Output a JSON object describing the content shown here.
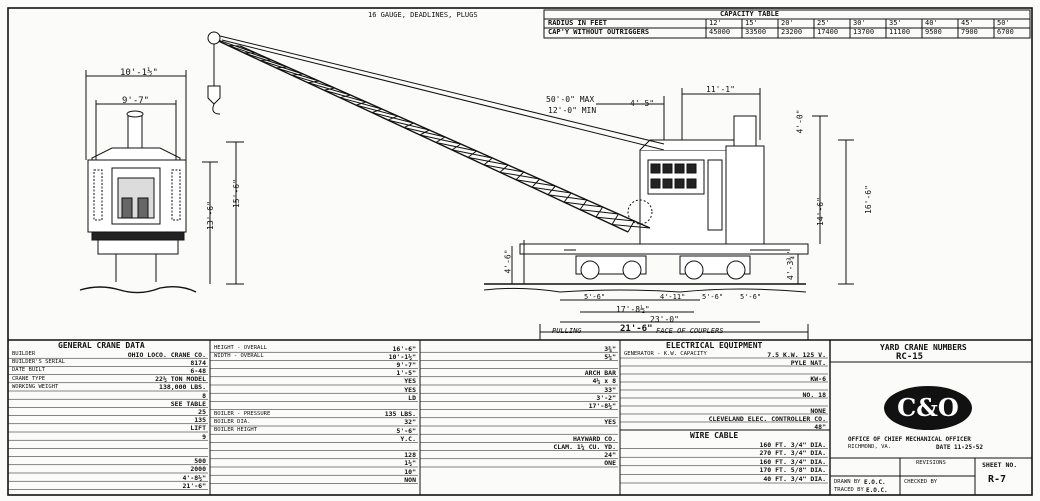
{
  "header_note": "16 GAUGE, DEADLINES, PLUGS",
  "capacity_table": {
    "title": "CAPACITY TABLE",
    "radius_label": "RADIUS IN FEET",
    "capacity_label": "CAP'Y WITHOUT OUTRIGGERS",
    "radius": [
      "12'",
      "15'",
      "20'",
      "25'",
      "30'",
      "35'",
      "40'",
      "45'",
      "50'"
    ],
    "capacity": [
      "45000",
      "33500",
      "23200",
      "17400",
      "13700",
      "11100",
      "9500",
      "7900",
      "6700"
    ]
  },
  "dims": {
    "width_outer": "10'-1½\"",
    "width_inner": "9'-7\"",
    "end_height": "15'-6\"",
    "end_lower": "13'-6\"",
    "boom_max": "50'-0\" MAX",
    "boom_min": "12'-0\" MIN",
    "boom_pin": "4'-5\"",
    "house_width": "11'-1\"",
    "stack_top": "4'-0\"",
    "cab_height": "16'-6\"",
    "cab_mid": "14'-6\"",
    "rail_a": "4'-6\"",
    "rail_b": "4'-3¾\"",
    "truck_a": "5'-6\"",
    "truck_b": "5'-6\"",
    "truck_c": "5'-6\"",
    "truck_center": "4'-11\"",
    "center_a": "17'-8½\"",
    "center_b": "23'-0\"",
    "over_couplers": "21'-6\"",
    "pulling": "PULLING",
    "face_of_couplers": "FACE OF COUPLERS"
  },
  "general_data": {
    "title": "GENERAL CRANE DATA",
    "rows": [
      {
        "label": "BUILDER",
        "value": "OHIO LOCO. CRANE CO."
      },
      {
        "label": "BUILDER'S SERIAL",
        "value": "8174"
      },
      {
        "label": "DATE BUILT",
        "value": "6-48"
      },
      {
        "label": "CRANE TYPE",
        "value": "22½ TON MODEL"
      },
      {
        "label": "WORKING WEIGHT",
        "value": "138,000 LBS."
      },
      {
        "label": "",
        "value": "8"
      },
      {
        "label": "",
        "value": "SEE TABLE"
      },
      {
        "label": "",
        "value": "25"
      },
      {
        "label": "",
        "value": "135"
      },
      {
        "label": "",
        "value": "LIFT"
      },
      {
        "label": "",
        "value": "9"
      },
      {
        "label": "",
        "value": ""
      },
      {
        "label": "",
        "value": ""
      },
      {
        "label": "",
        "value": "500"
      },
      {
        "label": "",
        "value": "2000"
      },
      {
        "label": "",
        "value": "4'-8½\""
      },
      {
        "label": "",
        "value": "21'-6\""
      }
    ]
  },
  "dimension_data": {
    "rows": [
      {
        "label": "HEIGHT - OVERALL",
        "value": "16'-6\""
      },
      {
        "label": "WIDTH - OVERALL",
        "value": "10'-1½\""
      },
      {
        "label": "",
        "value": "9'-7\""
      },
      {
        "label": "",
        "value": "1'-5\""
      },
      {
        "label": "",
        "value": "YES"
      },
      {
        "label": "",
        "value": "YES"
      },
      {
        "label": "",
        "value": "LD"
      },
      {
        "label": "",
        "value": ""
      },
      {
        "label": "BOILER - PRESSURE",
        "value": "135 LBS."
      },
      {
        "label": "BOILER DIA.",
        "value": "32\""
      },
      {
        "label": "BOILER HEIGHT",
        "value": "5'-6\""
      },
      {
        "label": "",
        "value": "Y.C."
      },
      {
        "label": "",
        "value": ""
      },
      {
        "label": "",
        "value": "128"
      },
      {
        "label": "",
        "value": "1½\""
      },
      {
        "label": "",
        "value": "10\""
      },
      {
        "label": "",
        "value": "NON"
      }
    ]
  },
  "truck_data": {
    "rows": [
      {
        "label": "",
        "value": "3¾\""
      },
      {
        "label": "",
        "value": "5¼\""
      },
      {
        "label": "",
        "value": ""
      },
      {
        "label": "",
        "value": "ARCH BAR"
      },
      {
        "label": "",
        "value": "4¼ x 8"
      },
      {
        "label": "",
        "value": "33\""
      },
      {
        "label": "",
        "value": "3'-2\""
      },
      {
        "label": "",
        "value": "17'-8½\""
      },
      {
        "label": "",
        "value": ""
      },
      {
        "label": "",
        "value": "YES"
      },
      {
        "label": "",
        "value": ""
      },
      {
        "label": "",
        "value": "HAYWARD CO."
      },
      {
        "label": "",
        "value": "CLAM. 1¼ CU. YD."
      },
      {
        "label": "",
        "value": "24\""
      },
      {
        "label": "",
        "value": "ONE"
      }
    ]
  },
  "electrical": {
    "title": "ELECTRICAL EQUIPMENT",
    "rows": [
      {
        "label": "GENERATOR - K.W. CAPACITY",
        "value": "7.5 K.W. 125 V."
      },
      {
        "label": "",
        "value": "PYLE NAT."
      },
      {
        "label": "",
        "value": ""
      },
      {
        "label": "",
        "value": "KW-6"
      },
      {
        "label": "",
        "value": ""
      },
      {
        "label": "",
        "value": "NO. 18"
      },
      {
        "label": "",
        "value": ""
      },
      {
        "label": "",
        "value": "NONE"
      },
      {
        "label": "",
        "value": "CLEVELAND ELEC. CONTROLLER CO."
      },
      {
        "label": "",
        "value": "48\""
      }
    ]
  },
  "wire_cable": {
    "title": "WIRE CABLE",
    "rows": [
      {
        "label": "",
        "value": "160 FT. 3/4\" DIA."
      },
      {
        "label": "",
        "value": "270 FT. 3/4\" DIA."
      },
      {
        "label": "",
        "value": "160 FT. 3/4\" DIA."
      },
      {
        "label": "",
        "value": "170 FT. 5/8\" DIA."
      },
      {
        "label": "",
        "value": "40 FT. 3/4\" DIA."
      }
    ]
  },
  "title_block": {
    "yard_crane_numbers": "YARD CRANE NUMBERS",
    "number": "RC-15",
    "logo": "C&O",
    "office": "OFFICE OF CHIEF MECHANICAL OFFICER",
    "city": "RICHMOND, VA.",
    "date": "DATE 11-25-52",
    "revisions": "REVISIONS",
    "drawn_by": "DRAWN BY",
    "drawn_val": "E.O.C.",
    "traced_by": "TRACED BY",
    "traced_val": "E.O.C.",
    "checked_by": "CHECKED BY",
    "sheet_label": "SHEET NO.",
    "sheet_no": "R-7"
  }
}
